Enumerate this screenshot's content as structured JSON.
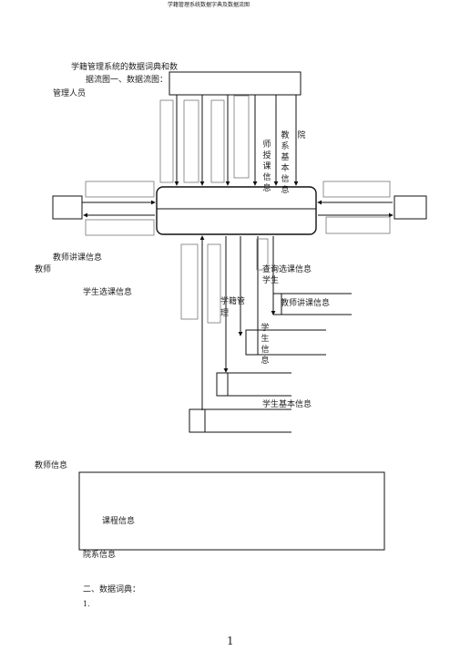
{
  "header": {
    "running_title": "学籍管理系统数据字典及数据流图"
  },
  "diagram": {
    "title_line1": "学籍管理系统的数据词典和数",
    "title_line2": "据流图一、数据流图：",
    "labels": {
      "admin": "管理人员",
      "teacher_course_info": "教师讲课信息",
      "teacher": "教师",
      "student_course_selection": "学生选课信息",
      "query_course_selection": "查询选课信息",
      "student": "学生",
      "registration_mgmt_1": "学籍管",
      "registration_mgmt_2": "理",
      "teacher_teaching_info": "教师讲课信息",
      "student_basic_info": "学生基本信息",
      "teacher_info": "教师信息",
      "course_info": "课程信息",
      "department_info": "院系信息"
    },
    "vertical_labels": {
      "teacher_teaching": [
        "师",
        "授",
        "课",
        "信",
        "息"
      ],
      "teaching_basic": [
        "教",
        "系",
        "基",
        "本",
        "信",
        "息"
      ],
      "department": [
        "院"
      ],
      "student_info": [
        "学",
        "",
        "生",
        "信",
        "息"
      ]
    }
  },
  "section": {
    "heading": "二、数据词典：",
    "item": "1."
  },
  "footer": {
    "page_number": "1"
  }
}
